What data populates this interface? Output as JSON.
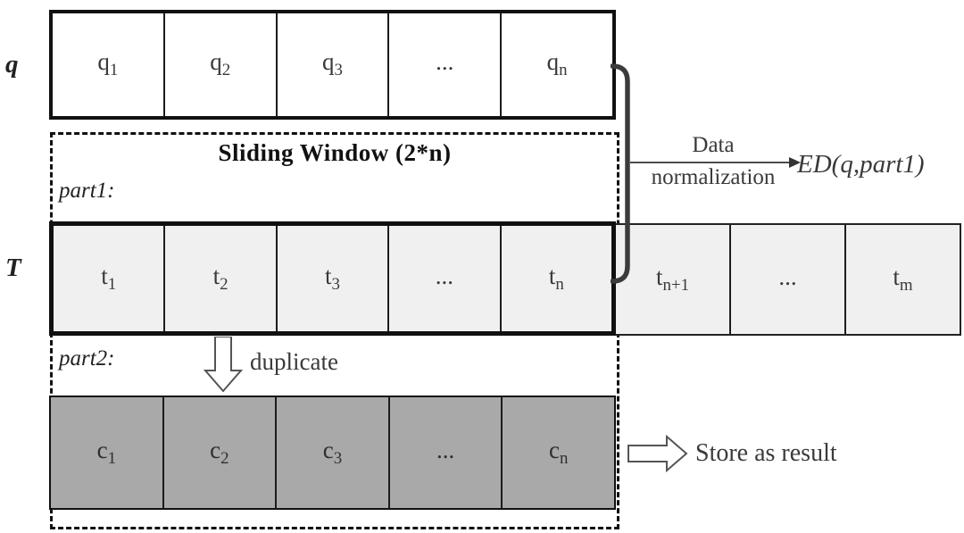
{
  "rows": {
    "q": {
      "label": "q",
      "cells": [
        {
          "b": "q",
          "s": "1"
        },
        {
          "b": "q",
          "s": "2"
        },
        {
          "b": "q",
          "s": "3"
        },
        {
          "b": "...",
          "s": ""
        },
        {
          "b": "q",
          "s": "n"
        }
      ]
    },
    "t": {
      "label": "T",
      "part1_cells": [
        {
          "b": "t",
          "s": "1"
        },
        {
          "b": "t",
          "s": "2"
        },
        {
          "b": "t",
          "s": "3"
        },
        {
          "b": "...",
          "s": ""
        },
        {
          "b": "t",
          "s": "n"
        }
      ],
      "ext_cells": [
        {
          "b": "t",
          "s": "n+1"
        },
        {
          "b": "...",
          "s": ""
        },
        {
          "b": "t",
          "s": "m"
        }
      ]
    },
    "c": {
      "cells": [
        {
          "b": "c",
          "s": "1"
        },
        {
          "b": "c",
          "s": "2"
        },
        {
          "b": "c",
          "s": "3"
        },
        {
          "b": "...",
          "s": ""
        },
        {
          "b": "c",
          "s": "n"
        }
      ]
    }
  },
  "window": {
    "title": "Sliding Window (2*n)",
    "part1": "part1:",
    "part2": "part2:"
  },
  "annotations": {
    "duplicate": "duplicate",
    "store": "Store as result",
    "norm_line1": "Data",
    "norm_line2": "normalization",
    "ed": "ED(q,part1)"
  },
  "colors": {
    "t_fill": "#f0f0f0",
    "c_fill": "#a9a9a9",
    "border": "#111111",
    "bracket": "#3b3b3b",
    "text": "#333333",
    "arrow_outline": "#555555"
  }
}
